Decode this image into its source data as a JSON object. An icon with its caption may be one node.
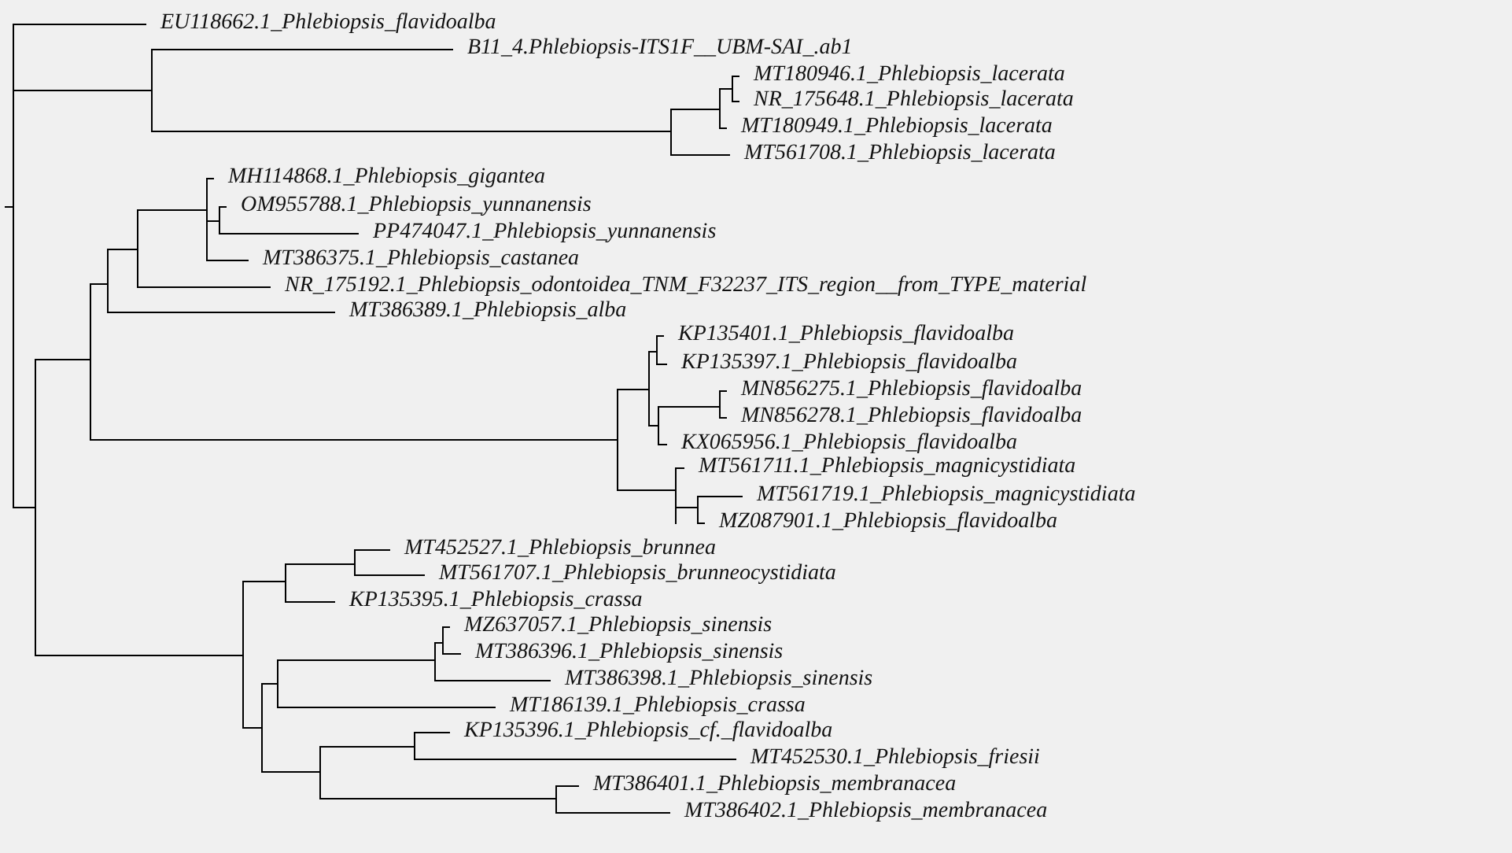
{
  "diagram": {
    "nodes": [
      {
        "text": [],
        "shape": "bar"
      },
      {
        "text": [
          "EU118662.1_Phlebiopsis_flavidoalba"
        ]
      },
      {
        "text": [],
        "shape": "bar"
      },
      {
        "text": [
          "B11_4.Phlebiopsis-ITS1F__UBM-SAI_.ab1"
        ]
      },
      {
        "text": [],
        "shape": "bar"
      },
      {
        "text": [],
        "shape": "bar"
      },
      {
        "text": [],
        "shape": "bar"
      },
      {
        "text": [
          "MT180946.1_Phlebiopsis_lacerata"
        ]
      },
      {
        "text": [
          "NR_175648.1_Phlebiopsis_lacerata"
        ]
      },
      {
        "text": [
          "MT180949.1_Phlebiopsis_lacerata"
        ]
      },
      {
        "text": [
          "MT561708.1_Phlebiopsis_lacerata"
        ]
      },
      {
        "text": [],
        "shape": "bar"
      },
      {
        "text": [],
        "shape": "bar"
      },
      {
        "text": [],
        "shape": "bar"
      },
      {
        "text": [],
        "shape": "bar"
      },
      {
        "text": [],
        "shape": "bar"
      },
      {
        "text": [
          "MH114868.1_Phlebiopsis_gigantea"
        ]
      },
      {
        "text": [],
        "shape": "bar"
      },
      {
        "text": [
          "OM955788.1_Phlebiopsis_yunnanensis"
        ]
      },
      {
        "text": [
          "PP474047.1_Phlebiopsis_yunnanensis"
        ]
      },
      {
        "text": [
          "MT386375.1_Phlebiopsis_castanea"
        ]
      },
      {
        "text": [
          "NR_175192.1_Phlebiopsis_odontoidea_TNM_F32237_ITS_region__from_TYPE_material"
        ]
      },
      {
        "text": [
          "MT386389.1_Phlebiopsis_alba"
        ]
      },
      {
        "text": [],
        "shape": "bar"
      },
      {
        "text": [],
        "shape": "bar"
      },
      {
        "text": [],
        "shape": "bar"
      },
      {
        "text": [
          "KP135401.1_Phlebiopsis_flavidoalba"
        ]
      },
      {
        "text": [
          "KP135397.1_Phlebiopsis_flavidoalba"
        ]
      },
      {
        "text": [],
        "shape": "bar"
      },
      {
        "text": [],
        "shape": "bar"
      },
      {
        "text": [
          "MN856275.1_Phlebiopsis_flavidoalba"
        ]
      },
      {
        "text": [
          "MN856278.1_Phlebiopsis_flavidoalba"
        ]
      },
      {
        "text": [
          "KX065956.1_Phlebiopsis_flavidoalba"
        ]
      },
      {
        "text": [],
        "shape": "bar"
      },
      {
        "text": [
          "MT561711.1_Phlebiopsis_magnicystidiata"
        ]
      },
      {
        "text": [],
        "shape": "bar"
      },
      {
        "text": [
          "MT561719.1_Phlebiopsis_magnicystidiata"
        ]
      },
      {
        "text": [
          "MZ087901.1_Phlebiopsis_flavidoalba"
        ]
      },
      {
        "text": [],
        "shape": "bar"
      },
      {
        "text": [],
        "shape": "bar"
      },
      {
        "text": [],
        "shape": "bar"
      },
      {
        "text": [
          "MT452527.1_Phlebiopsis_brunnea"
        ]
      },
      {
        "text": [
          "MT561707.1_Phlebiopsis_brunneocystidiata"
        ]
      },
      {
        "text": [
          "KP135395.1_Phlebiopsis_crassa"
        ]
      },
      {
        "text": [],
        "shape": "bar"
      },
      {
        "text": [],
        "shape": "bar"
      },
      {
        "text": [],
        "shape": "bar"
      },
      {
        "text": [],
        "shape": "bar"
      },
      {
        "text": [
          "MZ637057.1_Phlebiopsis_sinensis"
        ]
      },
      {
        "text": [
          "MT386396.1_Phlebiopsis_sinensis"
        ]
      },
      {
        "text": [
          "MT386398.1_Phlebiopsis_sinensis"
        ]
      },
      {
        "text": [
          "MT186139.1_Phlebiopsis_crassa"
        ]
      },
      {
        "text": [],
        "shape": "bar"
      },
      {
        "text": [],
        "shape": "bar"
      },
      {
        "text": [
          "KP135396.1_Phlebiopsis_cf._flavidoalba"
        ]
      },
      {
        "text": [
          "MT452530.1_Phlebiopsis_friesii"
        ]
      },
      {
        "text": [],
        "shape": "bar"
      },
      {
        "text": [
          "MT386401.1_Phlebiopsis_membranacea"
        ]
      },
      {
        "text": [
          "MT386402.1_Phlebiopsis_membranacea"
        ]
      }
    ],
    "edges": [
      {
        "from": 0,
        "to": 1,
        "arrow": "none"
      },
      {
        "from": 0,
        "to": 2,
        "arrow": "none"
      },
      {
        "from": 0,
        "to": 11,
        "arrow": "none"
      },
      {
        "from": 2,
        "to": 3,
        "arrow": "none"
      },
      {
        "from": 2,
        "to": 4,
        "arrow": "none"
      },
      {
        "from": 4,
        "to": 5,
        "arrow": "none"
      },
      {
        "from": 4,
        "to": 10,
        "arrow": "none"
      },
      {
        "from": 5,
        "to": 6,
        "arrow": "none"
      },
      {
        "from": 5,
        "to": 9,
        "arrow": "none"
      },
      {
        "from": 6,
        "to": 7,
        "arrow": "none"
      },
      {
        "from": 6,
        "to": 8,
        "arrow": "none"
      },
      {
        "from": 11,
        "to": 12,
        "arrow": "none"
      },
      {
        "from": 11,
        "to": 38,
        "arrow": "none"
      },
      {
        "from": 12,
        "to": 13,
        "arrow": "none"
      },
      {
        "from": 12,
        "to": 23,
        "arrow": "none"
      },
      {
        "from": 13,
        "to": 14,
        "arrow": "none"
      },
      {
        "from": 13,
        "to": 22,
        "arrow": "none"
      },
      {
        "from": 14,
        "to": 15,
        "arrow": "none"
      },
      {
        "from": 14,
        "to": 21,
        "arrow": "none"
      },
      {
        "from": 15,
        "to": 16,
        "arrow": "none"
      },
      {
        "from": 15,
        "to": 17,
        "arrow": "none"
      },
      {
        "from": 15,
        "to": 20,
        "arrow": "none"
      },
      {
        "from": 17,
        "to": 18,
        "arrow": "none"
      },
      {
        "from": 17,
        "to": 19,
        "arrow": "none"
      },
      {
        "from": 23,
        "to": 24,
        "arrow": "none"
      },
      {
        "from": 23,
        "to": 33,
        "arrow": "none"
      },
      {
        "from": 24,
        "to": 25,
        "arrow": "none"
      },
      {
        "from": 24,
        "to": 28,
        "arrow": "none"
      },
      {
        "from": 25,
        "to": 26,
        "arrow": "none"
      },
      {
        "from": 25,
        "to": 27,
        "arrow": "none"
      },
      {
        "from": 28,
        "to": 29,
        "arrow": "none"
      },
      {
        "from": 28,
        "to": 32,
        "arrow": "none"
      },
      {
        "from": 29,
        "to": 30,
        "arrow": "none"
      },
      {
        "from": 29,
        "to": 31,
        "arrow": "none"
      },
      {
        "from": 33,
        "to": 34,
        "arrow": "none"
      },
      {
        "from": 33,
        "to": 35,
        "arrow": "none"
      },
      {
        "from": 35,
        "to": 36,
        "arrow": "none"
      },
      {
        "from": 35,
        "to": 37,
        "arrow": "none"
      },
      {
        "from": 38,
        "to": 39,
        "arrow": "none"
      },
      {
        "from": 38,
        "to": 44,
        "arrow": "none"
      },
      {
        "from": 39,
        "to": 40,
        "arrow": "none"
      },
      {
        "from": 39,
        "to": 43,
        "arrow": "none"
      },
      {
        "from": 40,
        "to": 41,
        "arrow": "none"
      },
      {
        "from": 40,
        "to": 42,
        "arrow": "none"
      },
      {
        "from": 44,
        "to": 45,
        "arrow": "none"
      },
      {
        "from": 44,
        "to": 52,
        "arrow": "none"
      },
      {
        "from": 45,
        "to": 46,
        "arrow": "none"
      },
      {
        "from": 45,
        "to": 51,
        "arrow": "none"
      },
      {
        "from": 46,
        "to": 47,
        "arrow": "none"
      },
      {
        "from": 46,
        "to": 50,
        "arrow": "none"
      },
      {
        "from": 47,
        "to": 48,
        "arrow": "none"
      },
      {
        "from": 47,
        "to": 49,
        "arrow": "none"
      },
      {
        "from": 52,
        "to": 53,
        "arrow": "none"
      },
      {
        "from": 52,
        "to": 56,
        "arrow": "none"
      },
      {
        "from": 53,
        "to": 54,
        "arrow": "none"
      },
      {
        "from": 53,
        "to": 55,
        "arrow": "none"
      },
      {
        "from": 56,
        "to": 57,
        "arrow": "none"
      },
      {
        "from": 56,
        "to": 58,
        "arrow": "none"
      }
    ]
  }
}
